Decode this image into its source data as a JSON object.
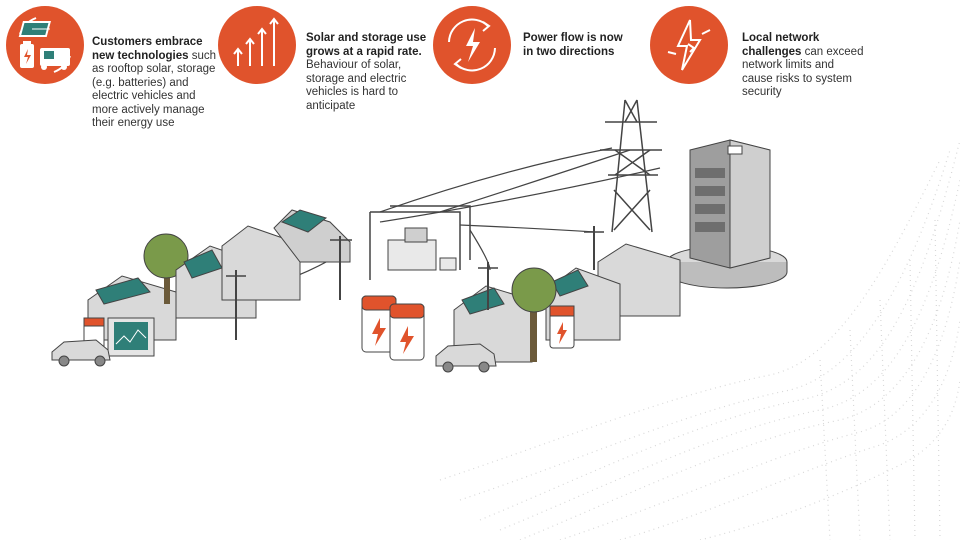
{
  "cards": [
    {
      "icon": "solar-battery-ev-icon",
      "bold": "Customers embrace new technologies",
      "rest": "such as rooftop solar, storage (e.g. batteries) and electric vehicles and more actively manage their energy use"
    },
    {
      "icon": "rising-arrows-icon",
      "bold": "Solar and storage use grows at a rapid rate.",
      "rest": "Behaviour of solar, storage and electric vehicles is hard to anticipate"
    },
    {
      "icon": "two-way-power-icon",
      "bold": "Power flow is now in two directions",
      "rest": ""
    },
    {
      "icon": "broken-bolt-icon",
      "bold": "Local network challenges",
      "rest": "can exceed network limits and cause risks to system security"
    }
  ],
  "colors": {
    "accent": "#e0532c",
    "solar_panel": "#2f7f78",
    "house_roof": "#9b9b9b",
    "house_wall": "#d9d9d9",
    "tree": "#7a9a4a",
    "battery": "#e0532c"
  }
}
